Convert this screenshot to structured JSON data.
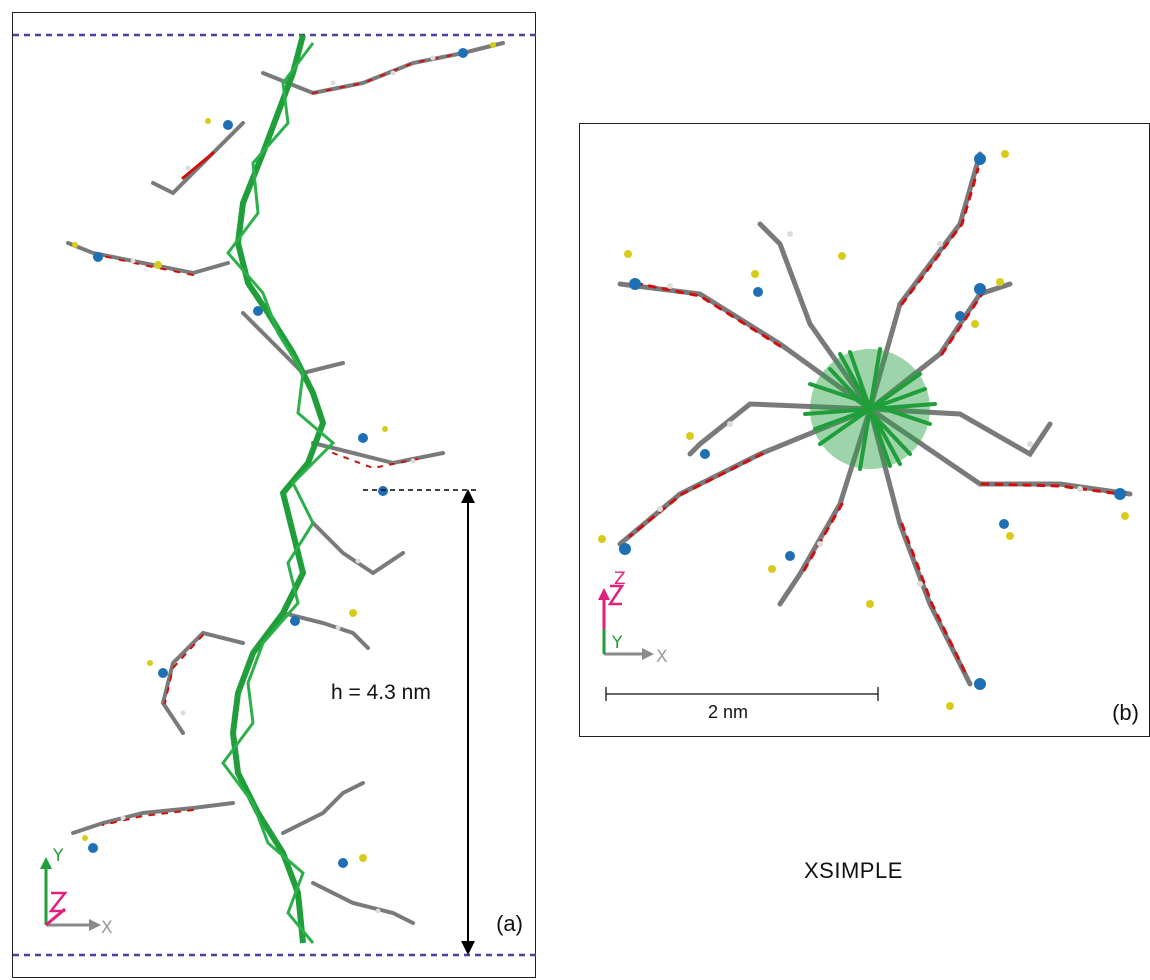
{
  "panel_a": {
    "label": "(a)",
    "height_annotation": "h = 4.3 nm"
  },
  "panel_b": {
    "label": "(b)",
    "scale_bar_label": "2 nm"
  },
  "caption": "XSIMPLE",
  "axes_a": {
    "vertical": "Y",
    "out_of_plane": "Z",
    "horizontal": "X"
  },
  "axes_b": {
    "vertical": "Z",
    "out_of_plane": "Y",
    "horizontal": "X"
  },
  "colors": {
    "backbone": "#1f9e3a",
    "carbon": "#7a7a7a",
    "oxygen": "#d01010",
    "nitrogen": "#1f6fb5",
    "sulfur": "#d8cc1a",
    "hydrogen": "#dcdcdc",
    "periodic_boundary": "#4b3fa0",
    "axis_y": "#1f9e3a",
    "axis_z": "#e0207a",
    "axis_x": "#8a8a8a"
  }
}
